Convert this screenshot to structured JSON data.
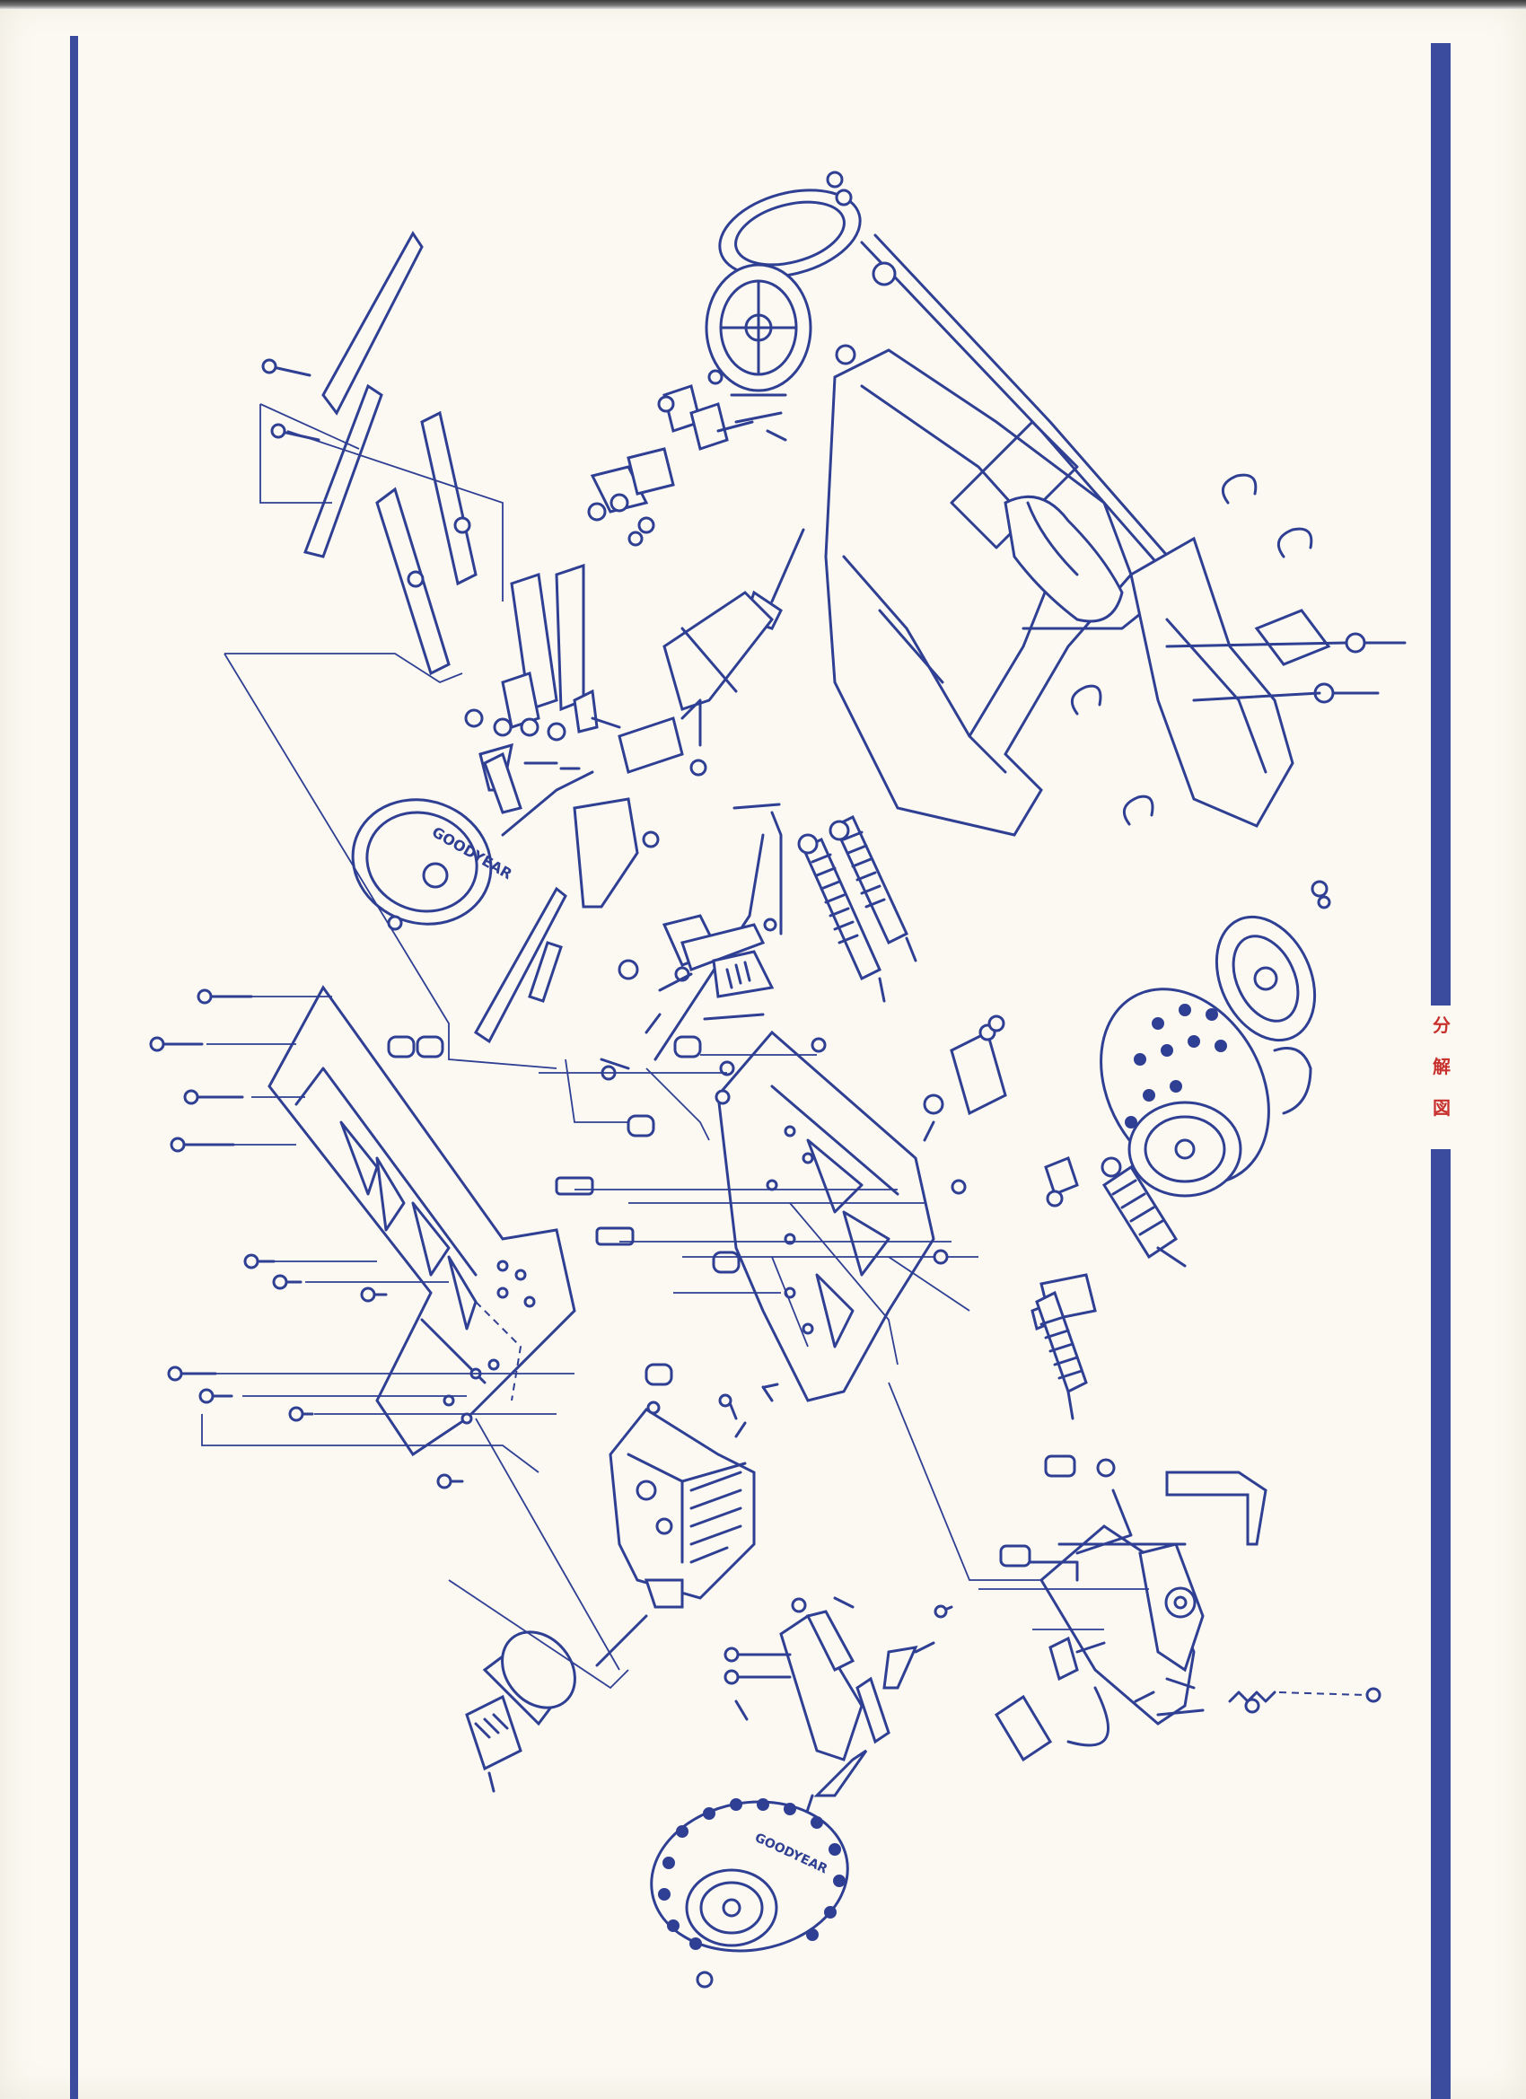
{
  "page": {
    "side_label_chars": [
      "分",
      "解",
      "図"
    ],
    "accent_color": "#3b4c9e",
    "label_color": "#c8302e"
  },
  "diagram": {
    "type": "exploded-parts-view",
    "tire_text": "GOODYEAR"
  }
}
